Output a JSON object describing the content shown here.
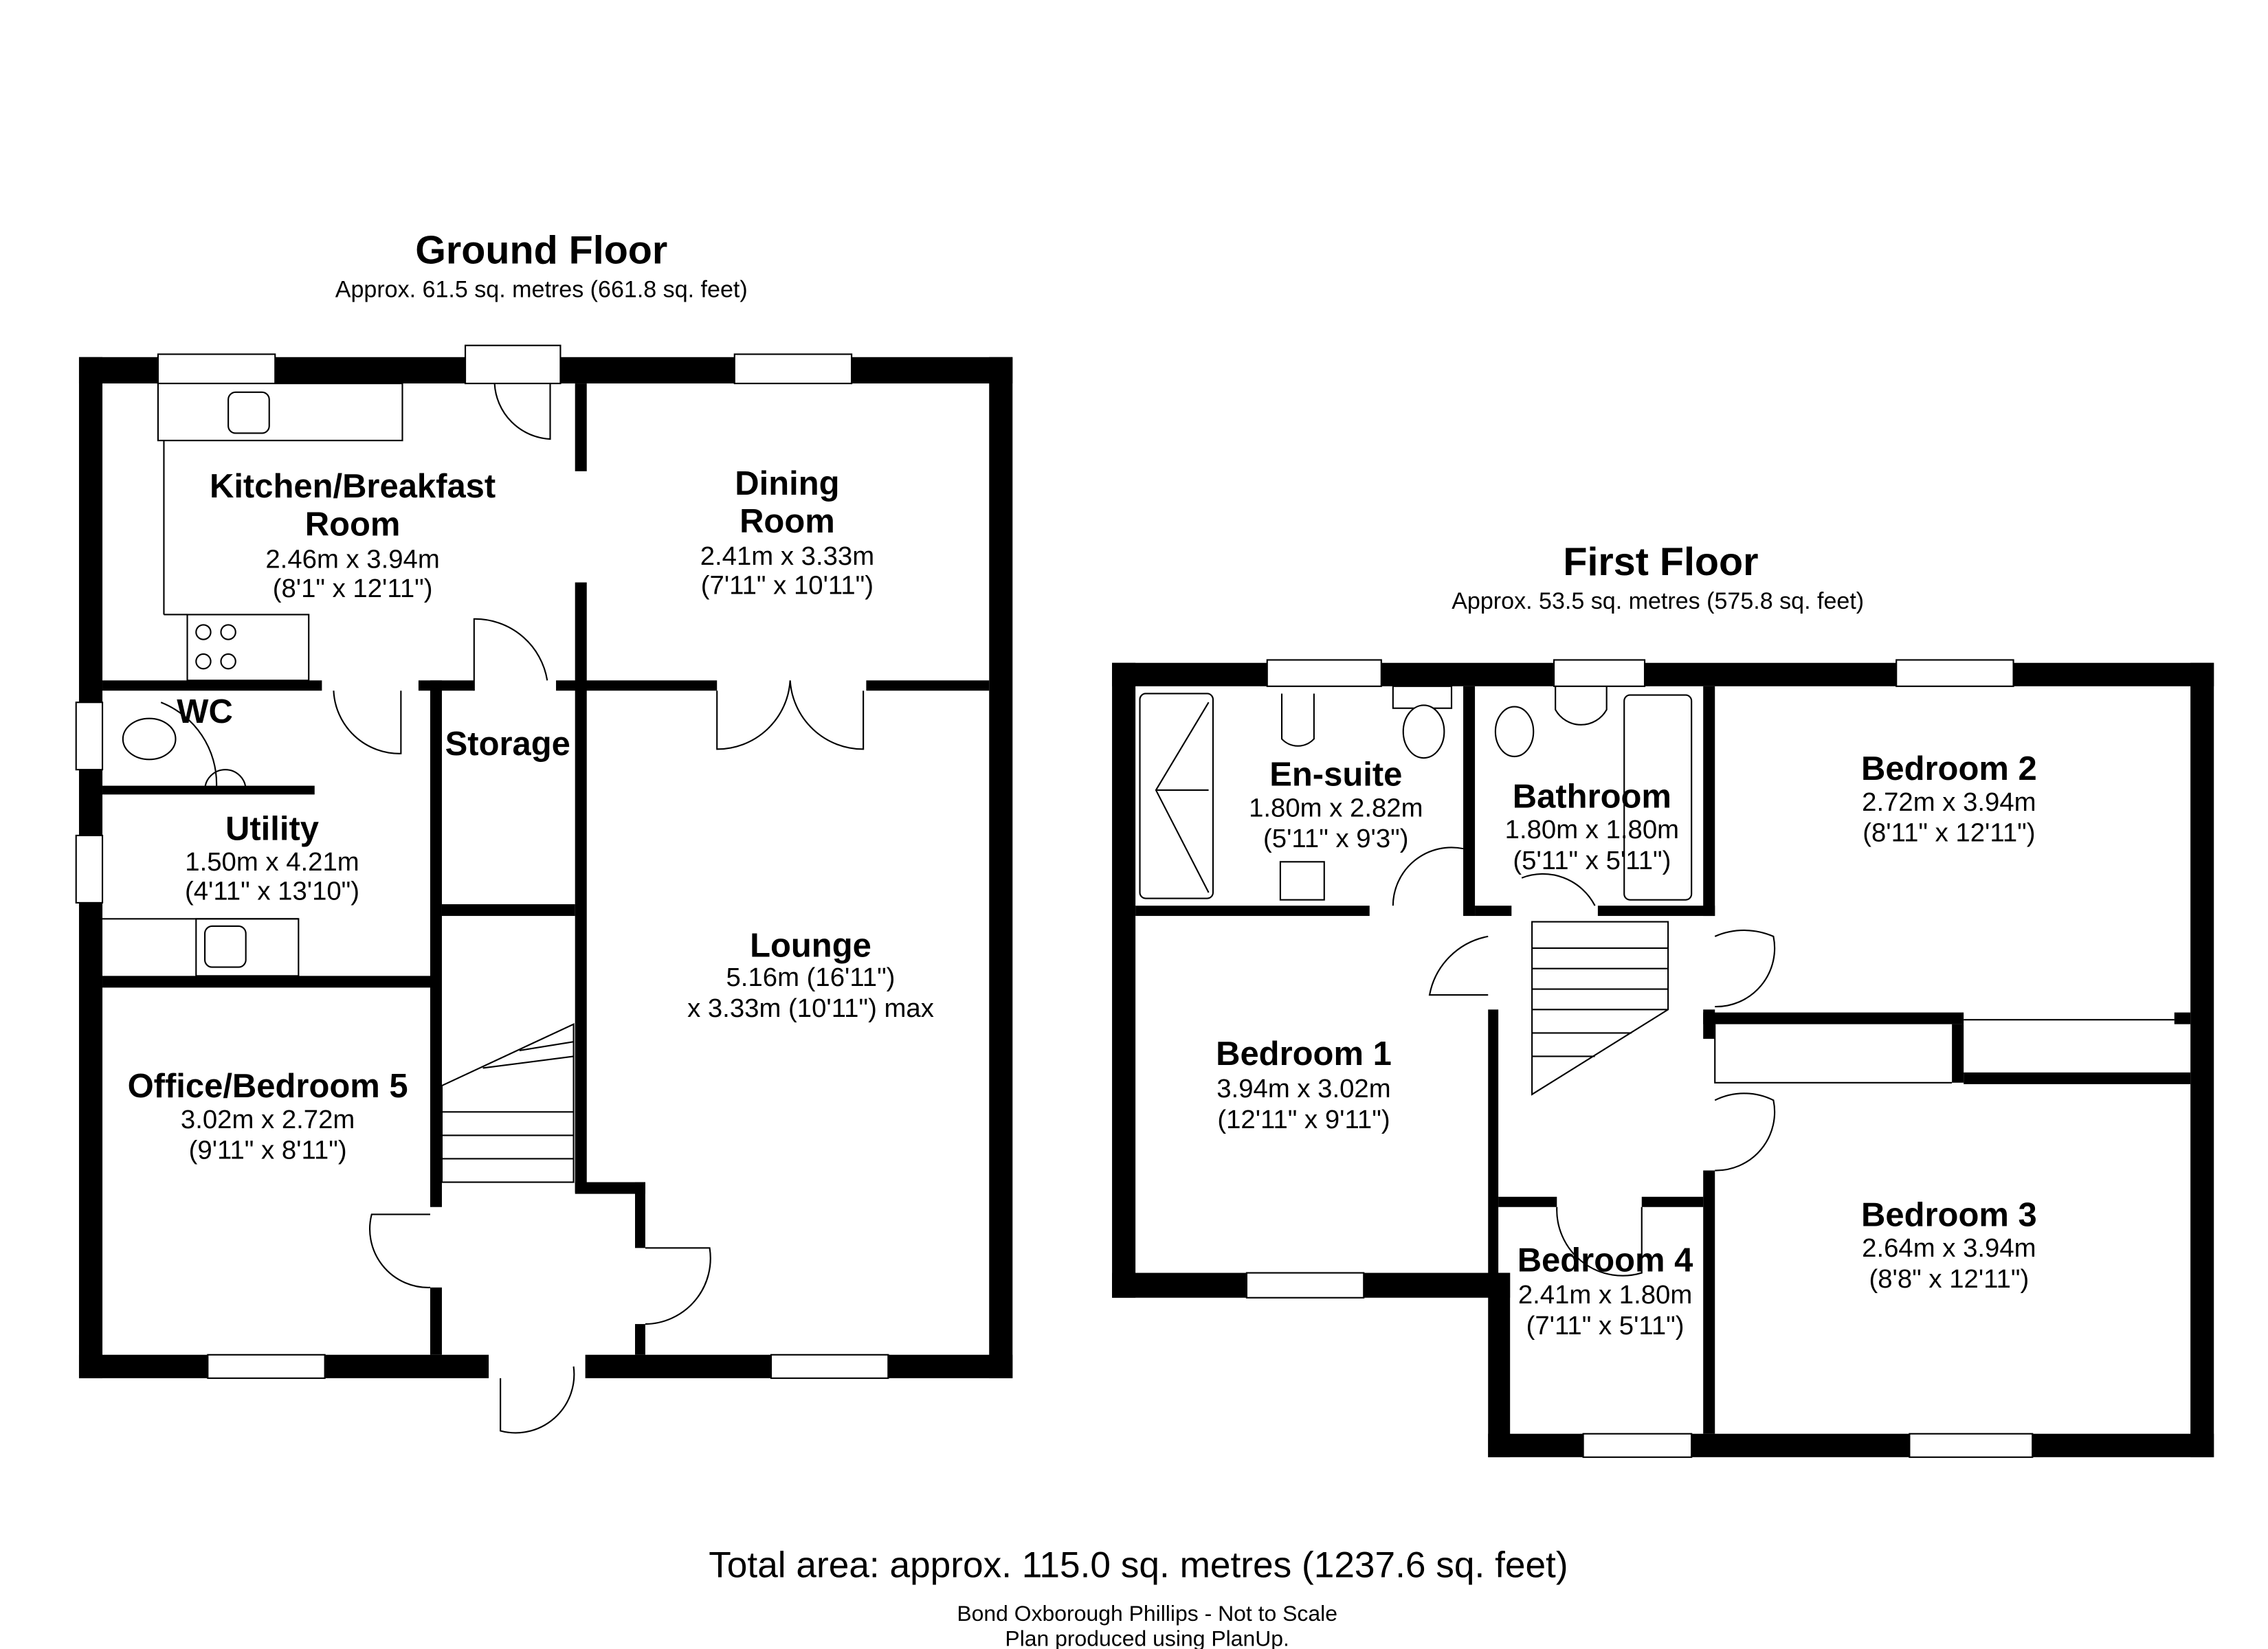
{
  "ground_floor": {
    "title": "Ground Floor",
    "area": "Approx. 61.5 sq. metres (661.8 sq. feet)",
    "rooms": [
      {
        "name_line1": "Kitchen/Breakfast",
        "name_line2": "Room",
        "metric": "2.46m x 3.94m",
        "imperial": "(8'1\" x 12'11\")"
      },
      {
        "name_line1": "Dining",
        "name_line2": "Room",
        "metric": "2.41m x 3.33m",
        "imperial": "(7'11\" x 10'11\")"
      },
      {
        "name": "WC"
      },
      {
        "name": "Storage"
      },
      {
        "name": "Utility",
        "metric": "1.50m x 4.21m",
        "imperial": "(4'11\" x 13'10\")"
      },
      {
        "name": "Lounge",
        "metric": "5.16m (16'11\")",
        "imperial": "x 3.33m (10'11\") max"
      },
      {
        "name": "Office/Bedroom 5",
        "metric": "3.02m x 2.72m",
        "imperial": "(9'11\" x 8'11\")"
      }
    ]
  },
  "first_floor": {
    "title": "First Floor",
    "area": "Approx. 53.5 sq. metres (575.8 sq. feet)",
    "rooms": [
      {
        "name": "En-suite",
        "metric": "1.80m x 2.82m",
        "imperial": "(5'11\" x 9'3\")"
      },
      {
        "name": "Bathroom",
        "metric": "1.80m x 1.80m",
        "imperial": "(5'11\" x 5'11\")"
      },
      {
        "name": "Bedroom 2",
        "metric": "2.72m x 3.94m",
        "imperial": "(8'11\" x 12'11\")"
      },
      {
        "name": "Bedroom 1",
        "metric": "3.94m x 3.02m",
        "imperial": "(12'11\" x 9'11\")"
      },
      {
        "name": "Bedroom 3",
        "metric": "2.64m x 3.94m",
        "imperial": "(8'8\" x 12'11\")"
      },
      {
        "name": "Bedroom 4",
        "metric": "2.41m x 1.80m",
        "imperial": "(7'11\" x 5'11\")"
      }
    ]
  },
  "footer": {
    "total": "Total area: approx. 115.0 sq. metres (1237.6 sq. feet)",
    "agent": "Bond Oxborough Phillips - Not to Scale",
    "credit": "Plan produced using PlanUp."
  }
}
